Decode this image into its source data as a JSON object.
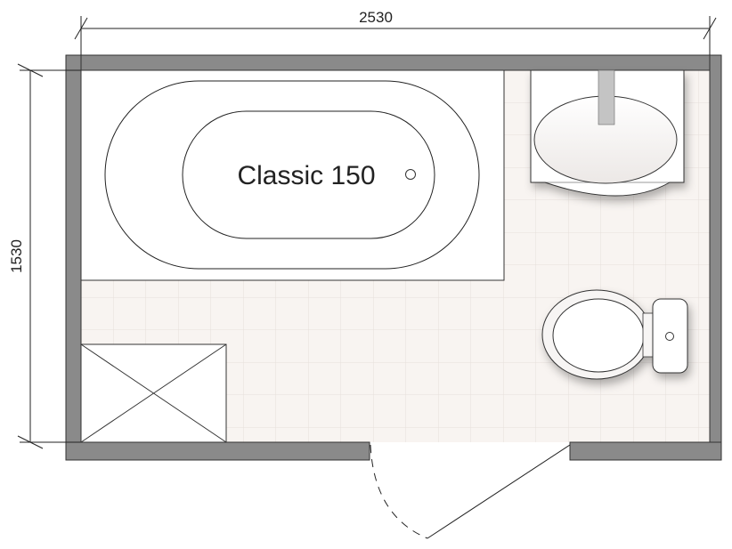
{
  "dimensions": {
    "width_label": "2530",
    "height_label": "1530"
  },
  "fixtures": {
    "bathtub_label": "Classic 150"
  },
  "colors": {
    "wall": "#8a8a8a",
    "floor": "#f8f4f1",
    "tile_line": "#e6dfdb",
    "faucet": "#c4c4c4"
  }
}
